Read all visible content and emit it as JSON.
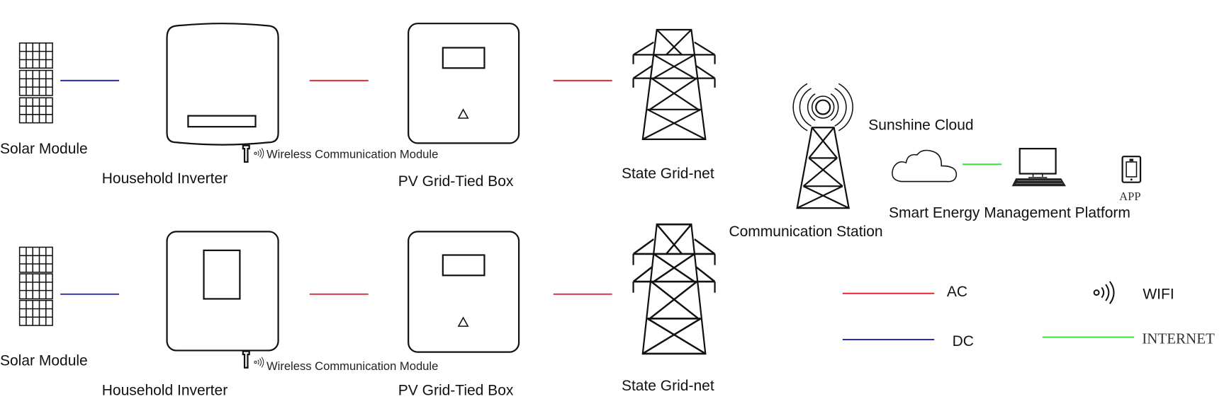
{
  "colors": {
    "ac": "#e0283a",
    "dc": "#2a2ab8",
    "internet": "#3ee03e",
    "stroke": "#111111"
  },
  "rows": [
    {
      "solar_label": "Solar Module",
      "inverter_label": "Household Inverter",
      "wireless_label": "Wireless Communication Module",
      "box_label": "PV Grid-Tied Box",
      "grid_label": "State Grid-net"
    },
    {
      "solar_label": "Solar Module",
      "inverter_label": "Household Inverter",
      "wireless_label": "Wireless Communication Module",
      "box_label": "PV Grid-Tied Box",
      "grid_label": "State Grid-net"
    }
  ],
  "network": {
    "station_label": "Communication Station",
    "cloud_label": "Sunshine Cloud",
    "platform_label": "Smart Energy Management Platform",
    "app_label": "APP"
  },
  "legend": {
    "ac": "AC",
    "dc": "DC",
    "wifi": "WIFI",
    "internet": "INTERNET"
  }
}
